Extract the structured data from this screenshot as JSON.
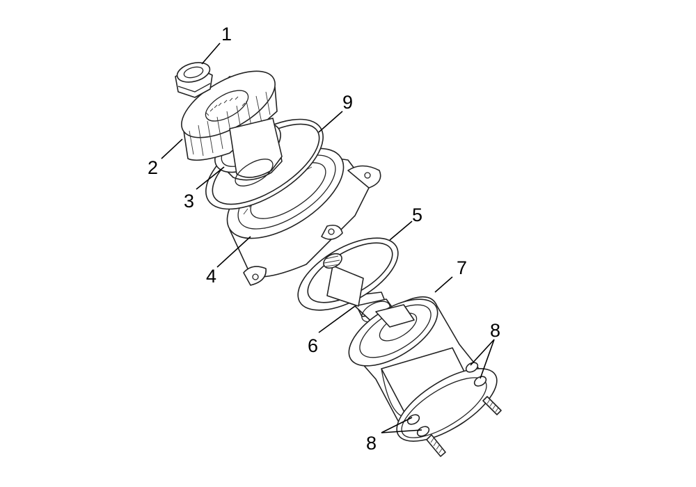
{
  "callouts": [
    {
      "id": "1",
      "label": "1"
    },
    {
      "id": "2",
      "label": "2"
    },
    {
      "id": "3",
      "label": "3"
    },
    {
      "id": "4",
      "label": "4"
    },
    {
      "id": "5",
      "label": "5"
    },
    {
      "id": "6",
      "label": "6"
    },
    {
      "id": "7",
      "label": "7"
    },
    {
      "id": "8a",
      "label": "8"
    },
    {
      "id": "8b",
      "label": "8"
    },
    {
      "id": "9",
      "label": "9"
    }
  ],
  "colors": {
    "ink": "#222222",
    "background": "#ffffff"
  }
}
